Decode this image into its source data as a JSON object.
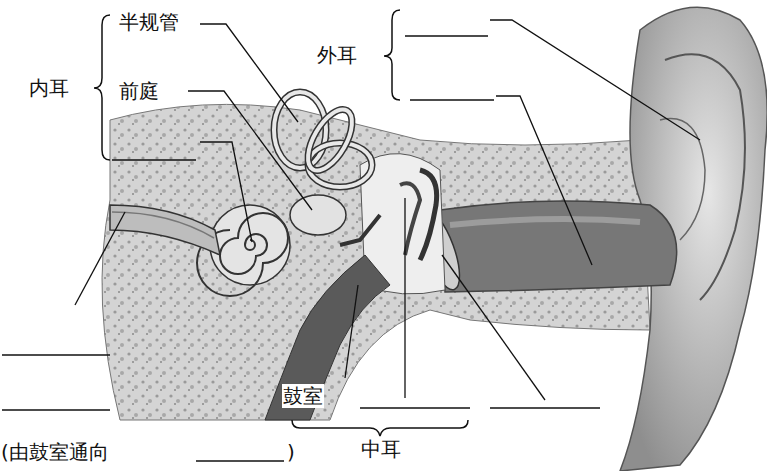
{
  "diagram": {
    "labels": [
      "半规管",
      "前庭",
      "内耳",
      "外耳",
      "鼓室",
      "中耳",
      "(由鼓室通向",
      ")"
    ]
  }
}
